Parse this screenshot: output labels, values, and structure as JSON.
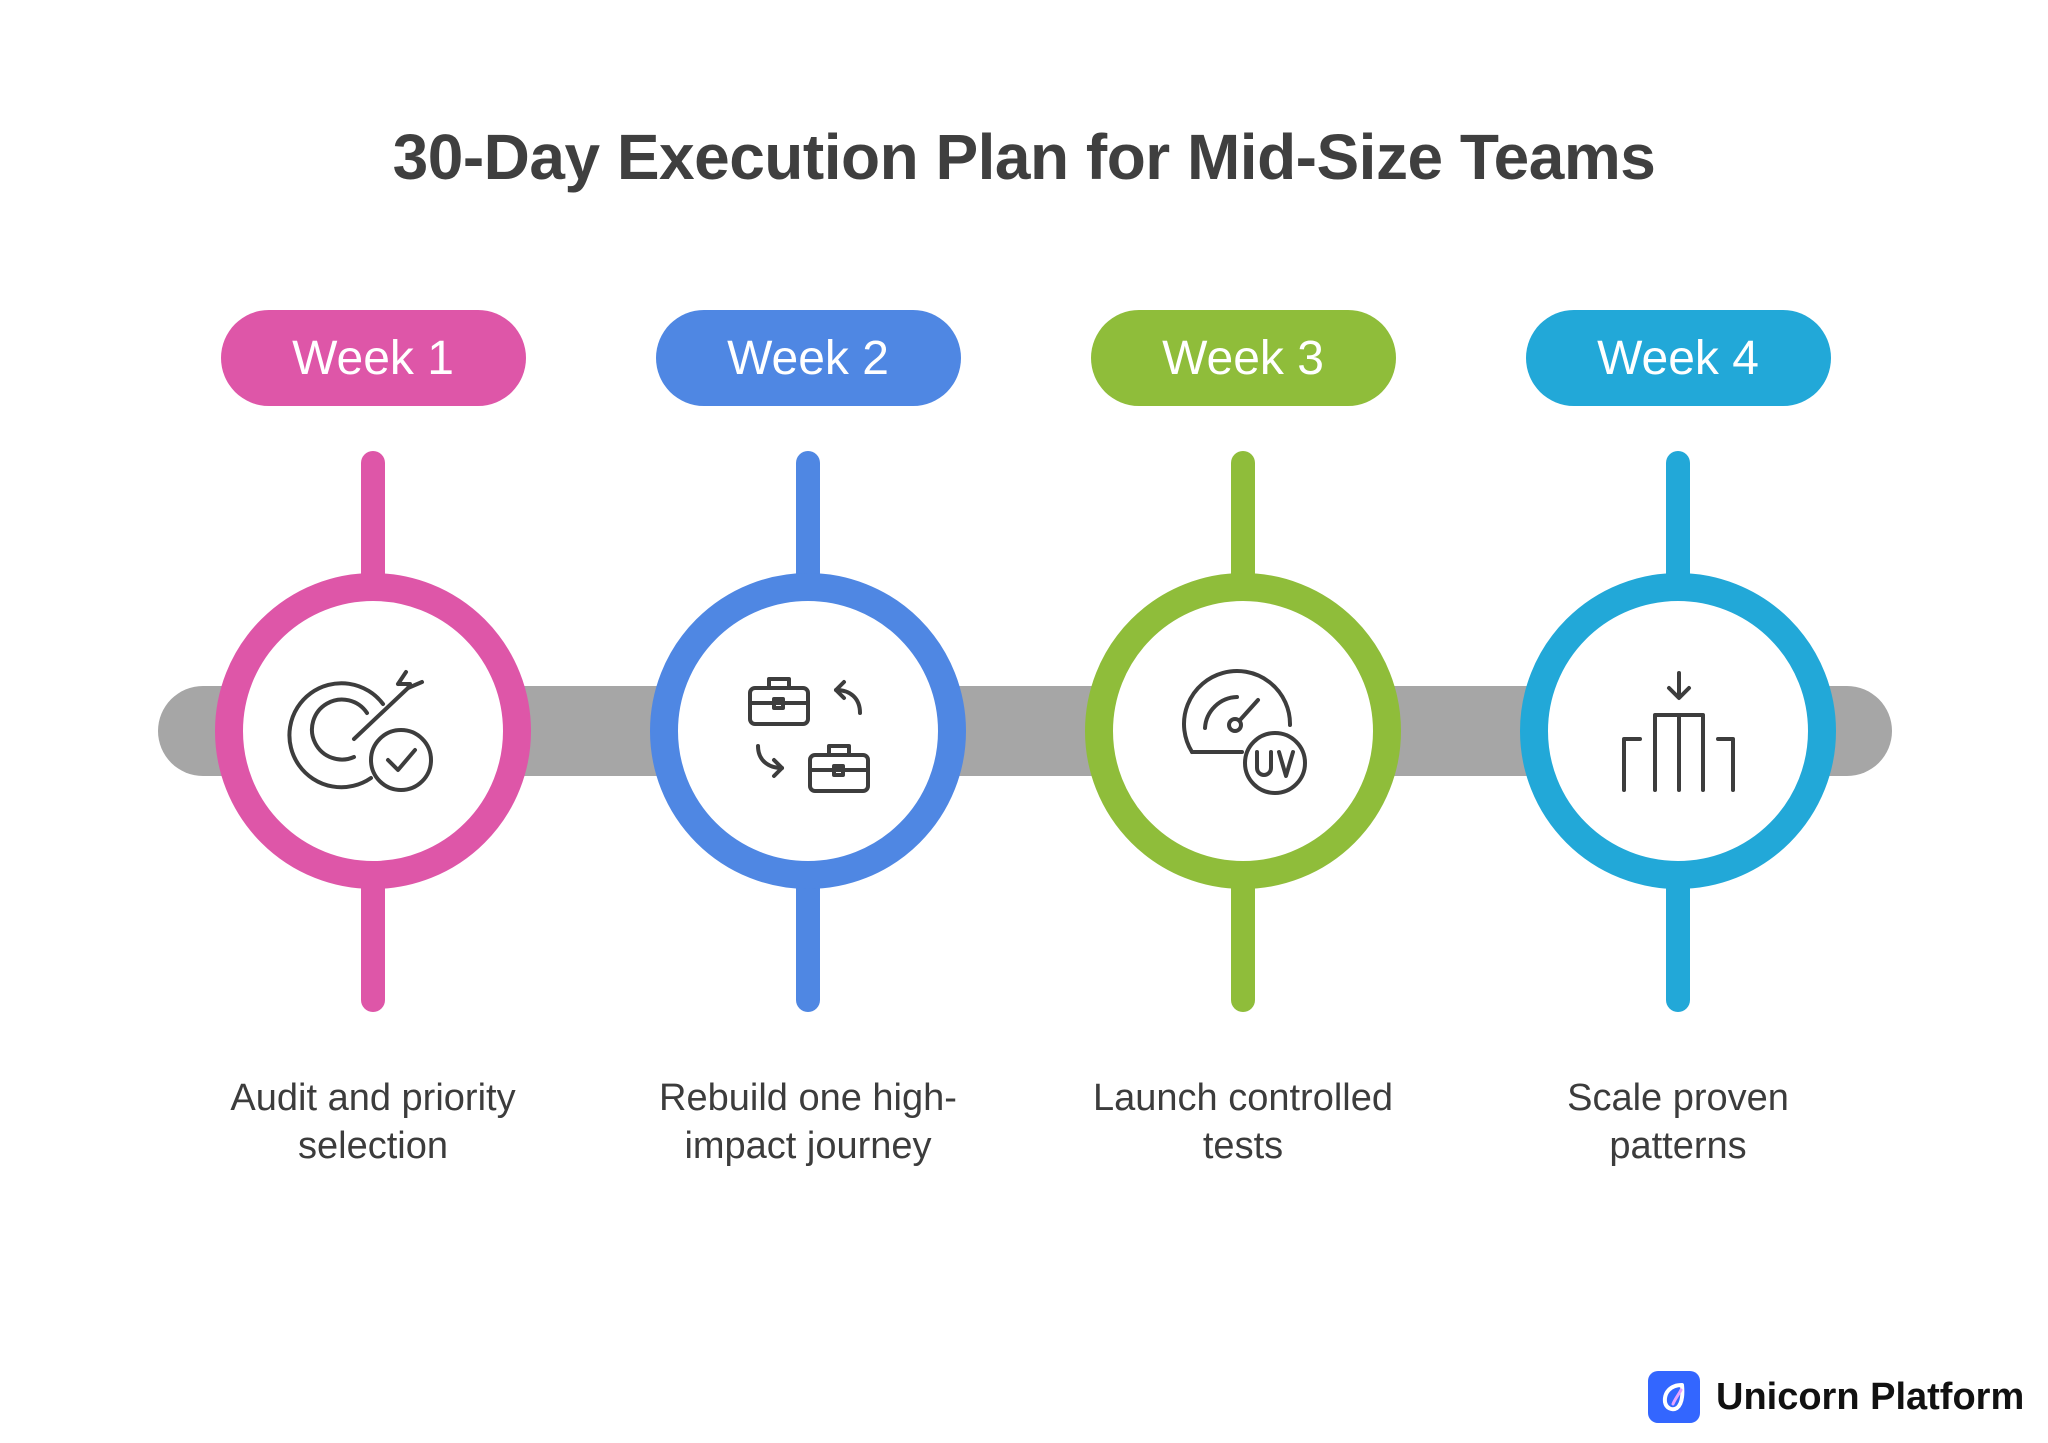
{
  "title": "30-Day Execution Plan for Mid-Size Teams",
  "colors": {
    "track": "#a6a6a6",
    "week1": "#de56a8",
    "week2": "#4f87e3",
    "week3": "#8fbd3a",
    "week4": "#22a8d8",
    "icon": "#3d3d3d",
    "brand": "#3366ff"
  },
  "steps": [
    {
      "label": "Week 1",
      "icon": "target-check-icon",
      "desc_line1": "Audit and priority",
      "desc_line2": "selection"
    },
    {
      "label": "Week 2",
      "icon": "briefcase-swap-icon",
      "desc_line1": "Rebuild one high-",
      "desc_line2": "impact journey"
    },
    {
      "label": "Week 3",
      "icon": "gauge-test-icon",
      "desc_line1": "Launch controlled",
      "desc_line2": "tests"
    },
    {
      "label": "Week 4",
      "icon": "scale-bars-icon",
      "desc_line1": "Scale proven",
      "desc_line2": "patterns"
    }
  ],
  "brand": {
    "name": "Unicorn Platform",
    "icon": "unicorn-platform-logo-icon"
  }
}
